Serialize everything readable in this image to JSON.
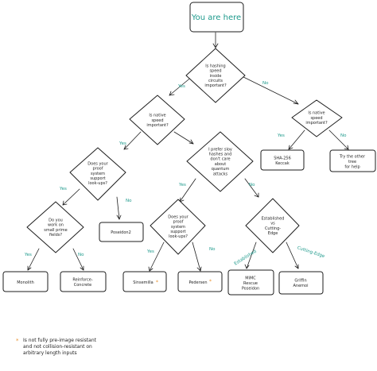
{
  "accent_color": "#1e9a8c",
  "footnote_marker_color": "#e8912e",
  "nodes": {
    "root": "You are here",
    "q_hw_speed": "Is hashing\nspeed\ninside\ncircuits\nimportant?",
    "q_native_left": "Is native\nspeed\nimportant?",
    "q_native_right": "Is native\nspeed\nimportant?",
    "q_lookups_1": "Does your\nproof\nsystem\nsupport\nlook-ups?",
    "q_prefer_sloy": "I prefer sloy\nhashes and\ndon't care\nabout\nquantum\nattacks",
    "q_small_prime": "Do you\nwork on\nsmall prime\nfields?",
    "q_lookups_2": "Does your\nproof\nsystem\nsupport\nlook-ups?",
    "q_established": "Established\nvs\nCutting-\nEdge",
    "a_sha256": "SHA-256\nKeccak",
    "a_other_tree": "Try the other\ntree\nfor help",
    "a_poseidon2": "Poseidon2",
    "a_monolith": "Monolith",
    "a_reinforced": "Reinforce-\nConcrete",
    "a_sinsemilla": "Sinsemilla",
    "a_pedersen": "Pedersen",
    "a_mimc": "MiMC\nRescue\nPoseidon",
    "a_griffin": "Griffin\nAnemoi"
  },
  "edges": {
    "yes": "Yes",
    "no": "No",
    "established": "Established",
    "cutting_edge": "Cutting-Edge"
  },
  "footnote": {
    "marker": "*",
    "text": "Is not fully pre-image resistant\nand not collision-resistant on\narbitrary length inputs"
  }
}
